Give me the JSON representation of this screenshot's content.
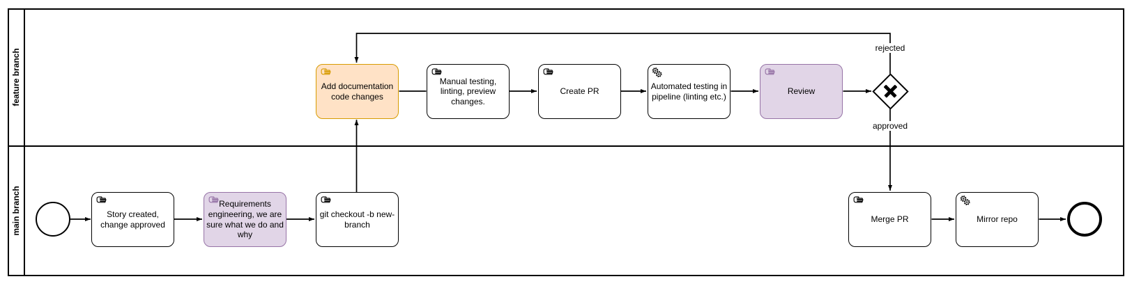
{
  "diagram": {
    "lanes": [
      {
        "label": "feature branch"
      },
      {
        "label": "main branch"
      }
    ],
    "nodes": {
      "start_event": {
        "type": "start-event"
      },
      "story": {
        "label": "Story created, change approved",
        "task_type": "manual"
      },
      "requirements": {
        "label": "Requirements engineering, we are sure what we do and why",
        "task_type": "manual",
        "color": "purple"
      },
      "checkout": {
        "label": "git checkout -b new-branch",
        "task_type": "manual"
      },
      "add_docs": {
        "label": "Add documentation code changes",
        "task_type": "manual",
        "color": "orange"
      },
      "manual_testing": {
        "label": "Manual testing, linting, preview changes.",
        "task_type": "manual"
      },
      "create_pr": {
        "label": "Create PR",
        "task_type": "manual"
      },
      "auto_testing": {
        "label": "Automated testing in pipeline (linting etc.)",
        "task_type": "service"
      },
      "review": {
        "label": "Review",
        "task_type": "manual",
        "color": "purple"
      },
      "gateway": {
        "type": "exclusive-gateway-xor"
      },
      "merge_pr": {
        "label": "Merge PR",
        "task_type": "manual"
      },
      "mirror_repo": {
        "label": "Mirror repo",
        "task_type": "service"
      },
      "end_event": {
        "type": "end-event"
      }
    },
    "flow_labels": {
      "rejected": "rejected",
      "approved": "approved"
    },
    "colors": {
      "orange_fill": "#FFE2C6",
      "orange_stroke": "#D79B00",
      "purple_fill": "#E1D5E7",
      "purple_stroke": "#9673A6",
      "default_stroke": "#000000"
    }
  }
}
